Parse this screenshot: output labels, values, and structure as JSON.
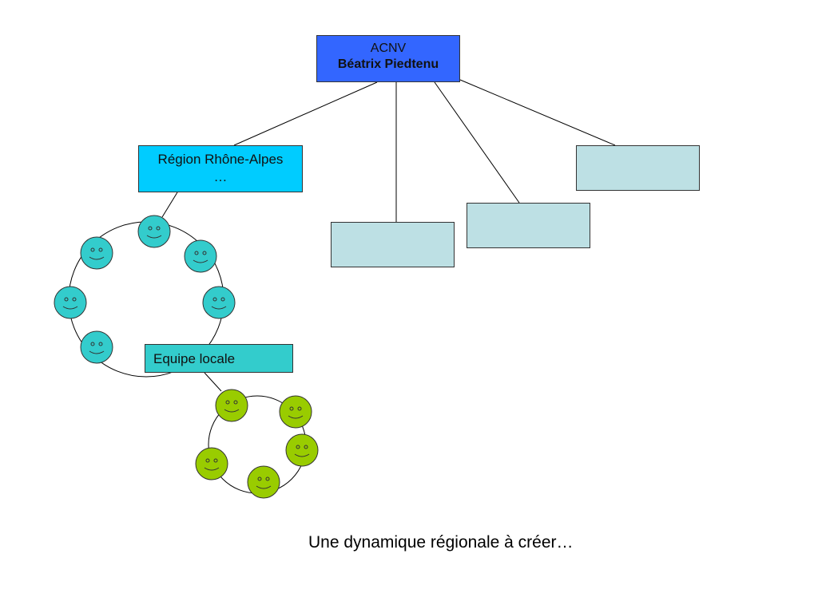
{
  "top_box": {
    "line1": "ACNV",
    "line2": "Béatrix Piedtenu",
    "fill": "#3366ff"
  },
  "region_box": {
    "line1": "Région Rhône-Alpes",
    "line2": "…",
    "fill": "#00ccff"
  },
  "local_box": {
    "label": "Equipe locale",
    "fill": "#33cccc"
  },
  "empty_boxes": {
    "fill": "#bde0e4",
    "count": 3
  },
  "groups": {
    "regional_group": {
      "member_count": 6,
      "face_color": "#33cccc",
      "icon": "smiley-face-icon"
    },
    "local_group": {
      "member_count": 5,
      "face_color": "#99cc00",
      "icon": "smiley-face-icon"
    }
  },
  "caption": "Une dynamique régionale à créer…"
}
